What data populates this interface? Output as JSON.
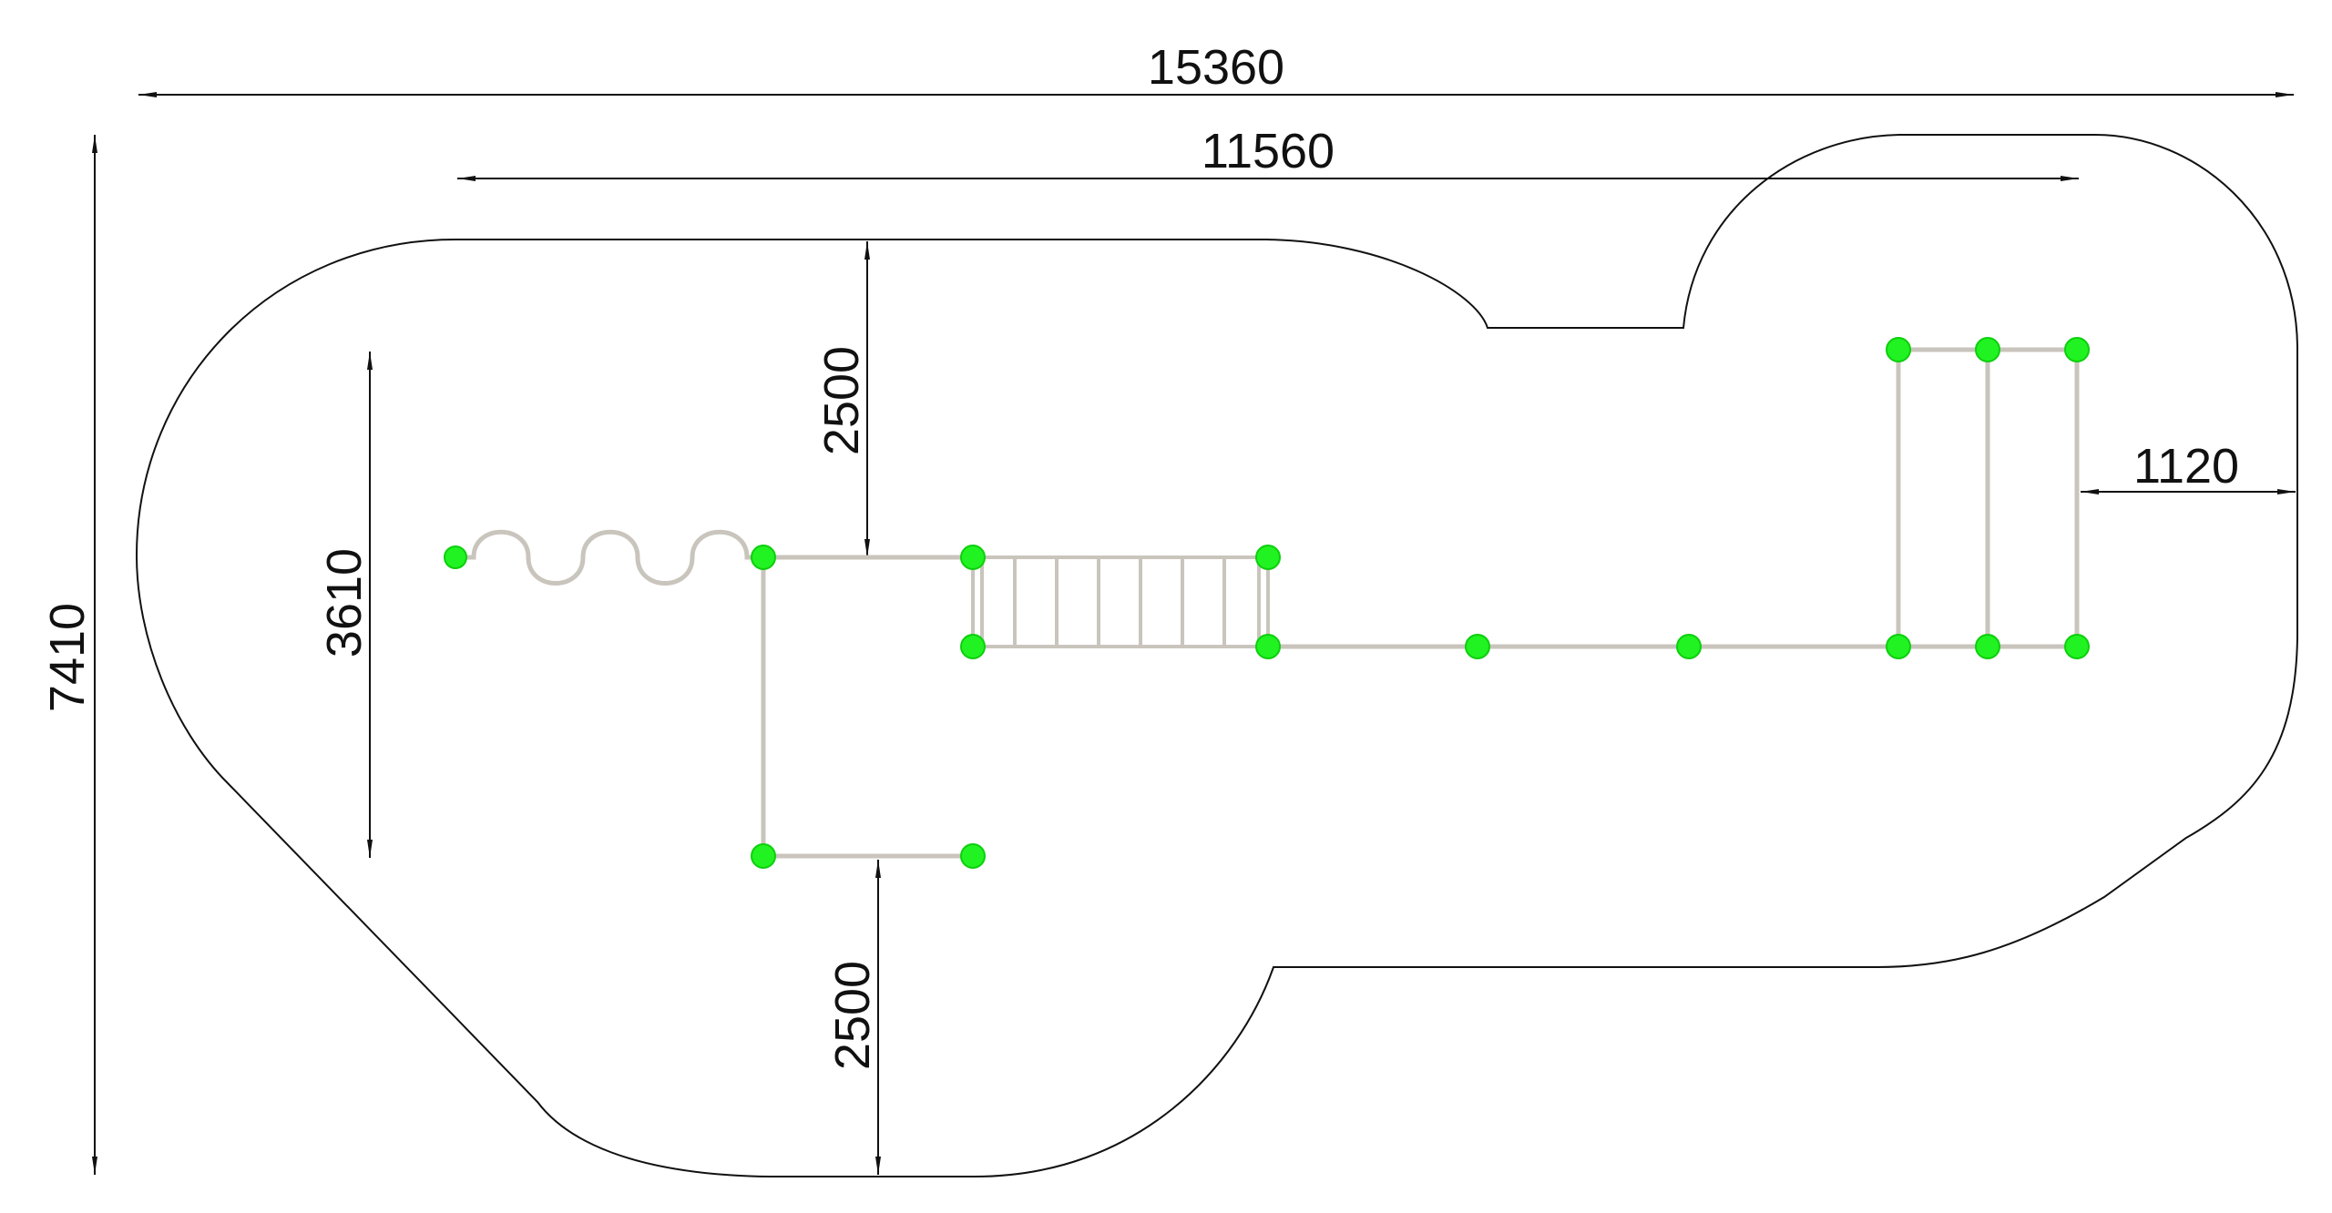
{
  "dimensions": {
    "overall_width": "15360",
    "equipment_width": "11560",
    "overall_height": "7410",
    "equipment_depth": "3610",
    "top_clearance": "2500",
    "bottom_clearance": "2500",
    "right_clearance": "1120"
  },
  "colors": {
    "post": "#21f221",
    "frame": "#c9c5bd",
    "outline": "#111111"
  },
  "icons": {
    "arrowhead": "arrow-icon"
  }
}
